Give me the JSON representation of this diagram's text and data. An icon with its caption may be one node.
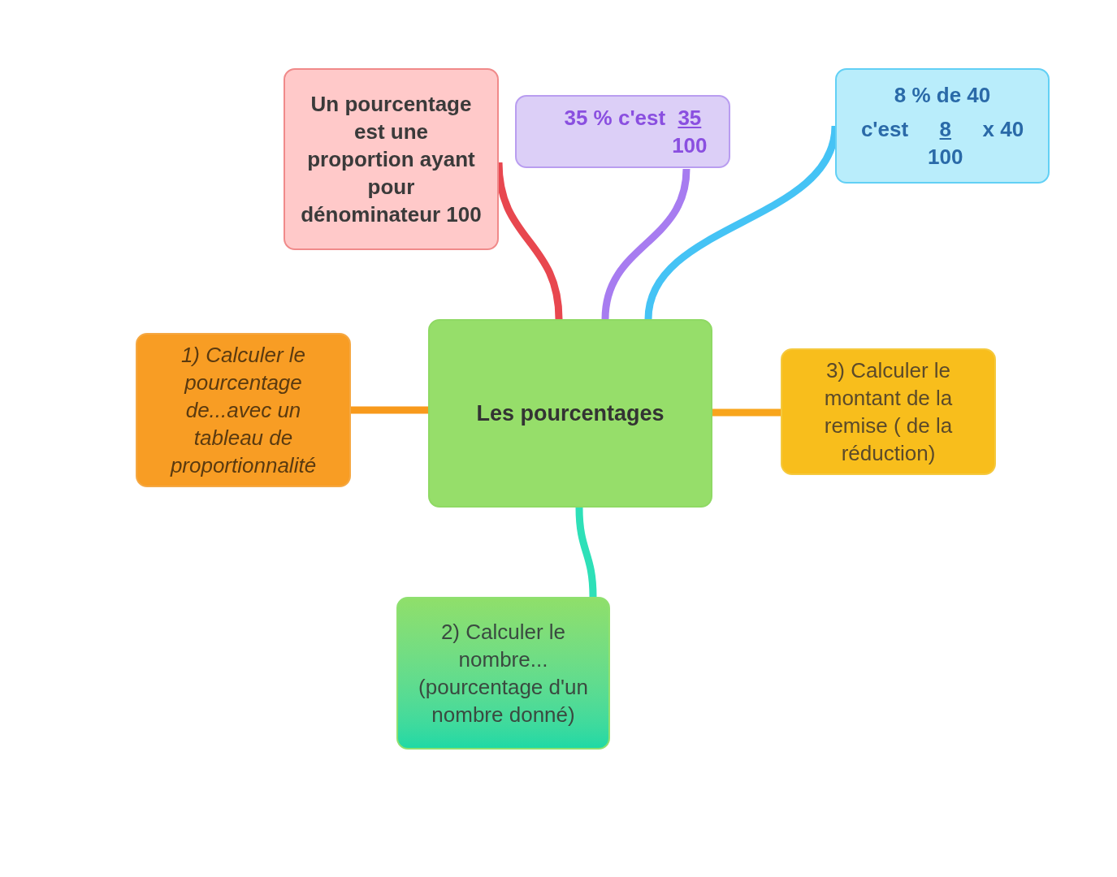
{
  "diagram": {
    "nodes": [
      {
        "text": [
          "Un pourcentage est une proportion ayant pour dénominateur 100"
        ]
      },
      {
        "text": [
          "35 % c'est",
          "35",
          "100"
        ]
      },
      {
        "text": [
          "8 % de 40",
          "c'est",
          "8",
          "100",
          "x 40"
        ]
      },
      {
        "text": [
          "1) Calculer le pourcentage de...avec un tableau de proportionnalité"
        ]
      },
      {
        "text": [
          "Les pourcentages"
        ]
      },
      {
        "text": [
          "3) Calculer le montant de la remise ( de la réduction)"
        ]
      },
      {
        "text": [
          "2) Calculer le nombre... (pourcentage d'un nombre donné)"
        ]
      }
    ],
    "edges": [
      {
        "from": 4,
        "to": 0,
        "arrow": "none",
        "color": "#e8474f"
      },
      {
        "from": 4,
        "to": 1,
        "arrow": "none",
        "color": "#a77cf0"
      },
      {
        "from": 4,
        "to": 2,
        "arrow": "none",
        "color": "#45c3f5"
      },
      {
        "from": 4,
        "to": 3,
        "arrow": "none",
        "color": "#f89a1c"
      },
      {
        "from": 4,
        "to": 5,
        "arrow": "none",
        "color": "#f8a51c"
      },
      {
        "from": 4,
        "to": 6,
        "arrow": "none",
        "color": "#2ee0b8"
      }
    ]
  }
}
